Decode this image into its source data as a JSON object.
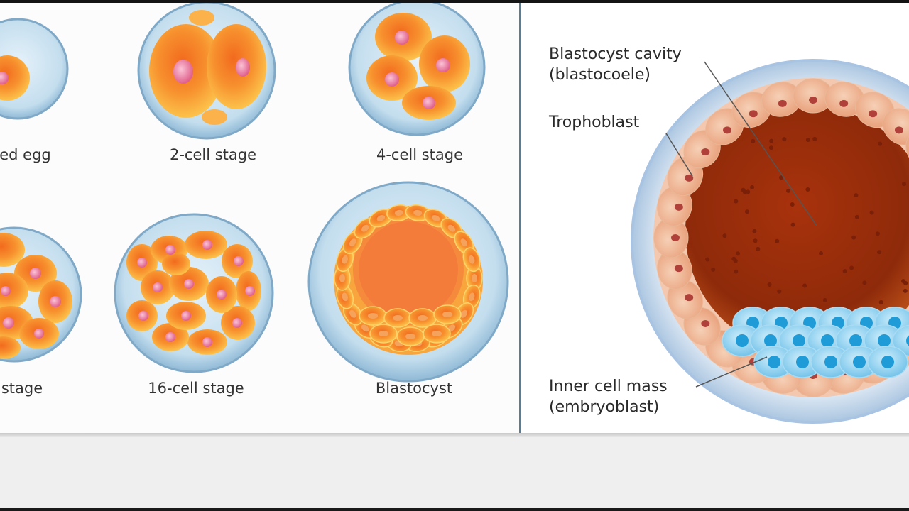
{
  "stages": [
    {
      "label": "zed egg"
    },
    {
      "label": "2-cell stage"
    },
    {
      "label": "4-cell stage"
    },
    {
      "label": "stage"
    },
    {
      "label": "16-cell stage"
    },
    {
      "label": "Blastocyst"
    }
  ],
  "callouts": {
    "cavity_line1": "Blastocyst cavity",
    "cavity_line2": "(blastocoele)",
    "trophoblast": "Trophoblast",
    "icm_line1": "Inner cell mass",
    "icm_line2": "(embryoblast)"
  },
  "colors": {
    "zona_blue": "#bcd9ec",
    "cell_orange": "#f7a23a",
    "nucleus_pink": "#ec7aa3",
    "cavity_red": "#a63a12",
    "icm_blue": "#3fa9dd"
  }
}
